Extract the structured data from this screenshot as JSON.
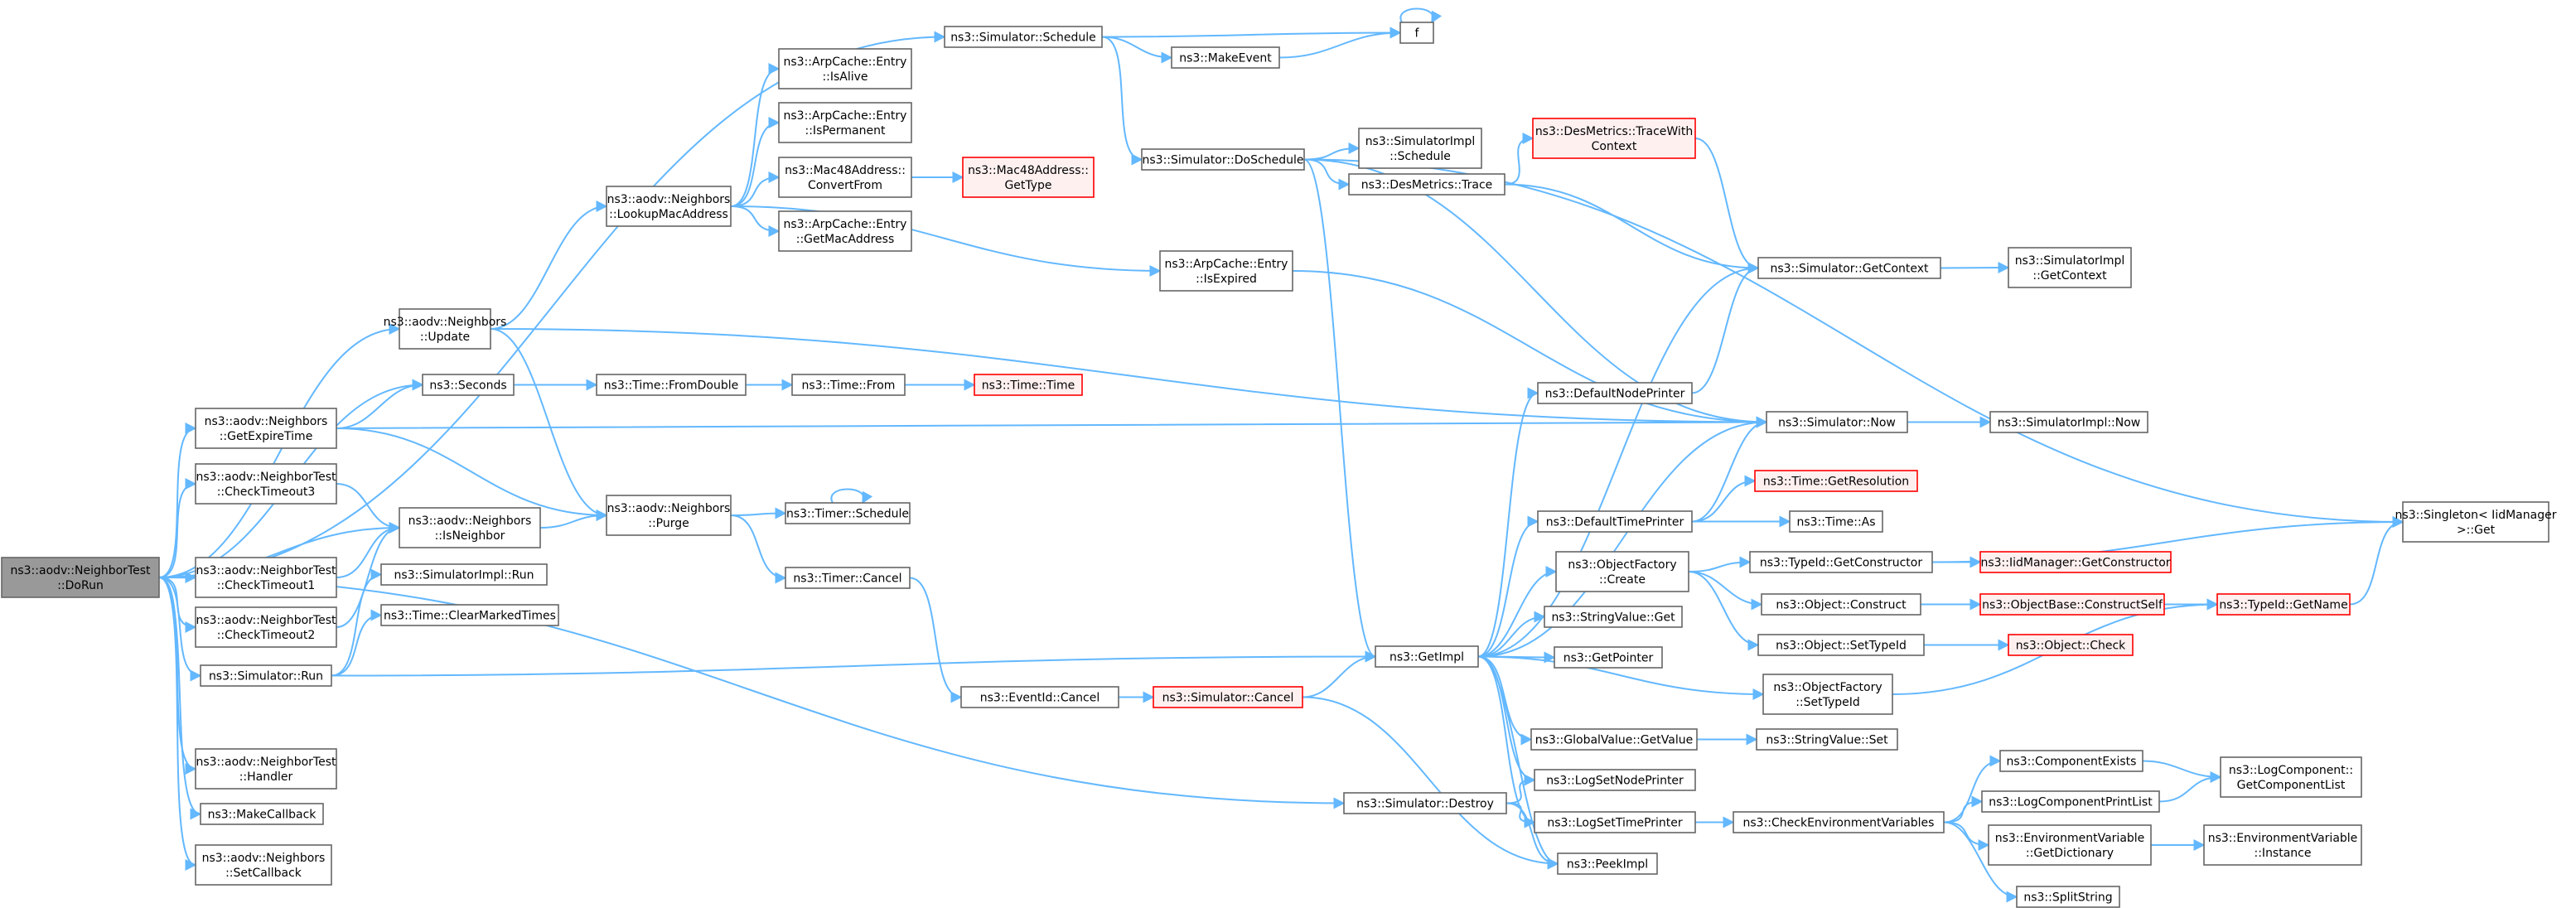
{
  "graph": {
    "title": "",
    "colors": {
      "edge": "#63b8ff",
      "node_border": "#666666",
      "node_fill": "#ffffff",
      "root_fill": "#999999",
      "truncated_border": "#ff0000",
      "truncated_fill": "#fff0f0"
    },
    "nodes": [
      {
        "id": "dorun",
        "lines": [
          "ns3::aodv::NeighborTest",
          "::DoRun"
        ],
        "style": "root"
      },
      {
        "id": "update",
        "lines": [
          "ns3::aodv::Neighbors",
          "::Update"
        ]
      },
      {
        "id": "seconds",
        "lines": [
          "ns3::Seconds"
        ]
      },
      {
        "id": "getexpire",
        "lines": [
          "ns3::aodv::Neighbors",
          "::GetExpireTime"
        ]
      },
      {
        "id": "ct3",
        "lines": [
          "ns3::aodv::NeighborTest",
          "::CheckTimeout3"
        ]
      },
      {
        "id": "isneighbor",
        "lines": [
          "ns3::aodv::Neighbors",
          "::IsNeighbor"
        ]
      },
      {
        "id": "ct1",
        "lines": [
          "ns3::aodv::NeighborTest",
          "::CheckTimeout1"
        ]
      },
      {
        "id": "ct2",
        "lines": [
          "ns3::aodv::NeighborTest",
          "::CheckTimeout2"
        ]
      },
      {
        "id": "simrun",
        "lines": [
          "ns3::Simulator::Run"
        ]
      },
      {
        "id": "handler",
        "lines": [
          "ns3::aodv::NeighborTest",
          "::Handler"
        ]
      },
      {
        "id": "makecallback",
        "lines": [
          "ns3::MakeCallback"
        ]
      },
      {
        "id": "setcallback",
        "lines": [
          "ns3::aodv::Neighbors",
          "::SetCallback"
        ]
      },
      {
        "id": "simimplrun",
        "lines": [
          "ns3::SimulatorImpl::Run"
        ]
      },
      {
        "id": "clearmarked",
        "lines": [
          "ns3::Time::ClearMarkedTimes"
        ]
      },
      {
        "id": "lookupmac",
        "lines": [
          "ns3::aodv::Neighbors",
          "::LookupMacAddress"
        ]
      },
      {
        "id": "purge",
        "lines": [
          "ns3::aodv::Neighbors",
          "::Purge"
        ]
      },
      {
        "id": "fromdouble",
        "lines": [
          "ns3::Time::FromDouble"
        ]
      },
      {
        "id": "isalive",
        "lines": [
          "ns3::ArpCache::Entry",
          "::IsAlive"
        ]
      },
      {
        "id": "ispermanent",
        "lines": [
          "ns3::ArpCache::Entry",
          "::IsPermanent"
        ]
      },
      {
        "id": "convertfrom",
        "lines": [
          "ns3::Mac48Address::",
          "ConvertFrom"
        ]
      },
      {
        "id": "getmacaddr",
        "lines": [
          "ns3::ArpCache::Entry",
          "::GetMacAddress"
        ]
      },
      {
        "id": "timefrom",
        "lines": [
          "ns3::Time::From"
        ]
      },
      {
        "id": "timertschedule",
        "lines": [
          "ns3::Timer::Schedule"
        ]
      },
      {
        "id": "timercancel",
        "lines": [
          "ns3::Timer::Cancel"
        ]
      },
      {
        "id": "mac48gettype",
        "lines": [
          "ns3::Mac48Address::",
          "GetType"
        ],
        "style": "red"
      },
      {
        "id": "timetime",
        "lines": [
          "ns3::Time::Time"
        ],
        "style": "red"
      },
      {
        "id": "simschedule",
        "lines": [
          "ns3::Simulator::Schedule"
        ]
      },
      {
        "id": "makeevent",
        "lines": [
          "ns3::MakeEvent"
        ]
      },
      {
        "id": "f",
        "lines": [
          "f"
        ]
      },
      {
        "id": "doschedule",
        "lines": [
          "ns3::Simulator::DoSchedule"
        ]
      },
      {
        "id": "isexpired",
        "lines": [
          "ns3::ArpCache::Entry",
          "::IsExpired"
        ]
      },
      {
        "id": "eventidcancel",
        "lines": [
          "ns3::EventId::Cancel"
        ]
      },
      {
        "id": "simcancel",
        "lines": [
          "ns3::Simulator::Cancel"
        ],
        "style": "red"
      },
      {
        "id": "simdestroy",
        "lines": [
          "ns3::Simulator::Destroy"
        ]
      },
      {
        "id": "simimplschedule",
        "lines": [
          "ns3::SimulatorImpl",
          "::Schedule"
        ]
      },
      {
        "id": "desmetricstrace",
        "lines": [
          "ns3::DesMetrics::Trace"
        ]
      },
      {
        "id": "tracewithcontext",
        "lines": [
          "ns3::DesMetrics::TraceWith",
          "Context"
        ],
        "style": "red"
      },
      {
        "id": "getimpl",
        "lines": [
          "ns3::GetImpl"
        ]
      },
      {
        "id": "defaultnodeprinter",
        "lines": [
          "ns3::DefaultNodePrinter"
        ]
      },
      {
        "id": "defaulttimeprinter",
        "lines": [
          "ns3::DefaultTimePrinter"
        ]
      },
      {
        "id": "objfactorycreate",
        "lines": [
          "ns3::ObjectFactory",
          "::Create"
        ]
      },
      {
        "id": "stringvalueget",
        "lines": [
          "ns3::StringValue::Get"
        ]
      },
      {
        "id": "getpointer",
        "lines": [
          "ns3::GetPointer"
        ]
      },
      {
        "id": "globalvalueget",
        "lines": [
          "ns3::GlobalValue::GetValue"
        ]
      },
      {
        "id": "logsetnodeprinter",
        "lines": [
          "ns3::LogSetNodePrinter"
        ]
      },
      {
        "id": "logsettimeprinter",
        "lines": [
          "ns3::LogSetTimePrinter"
        ]
      },
      {
        "id": "peekimpl",
        "lines": [
          "ns3::PeekImpl"
        ]
      },
      {
        "id": "getcontext",
        "lines": [
          "ns3::Simulator::GetContext"
        ]
      },
      {
        "id": "simnow",
        "lines": [
          "ns3::Simulator::Now"
        ]
      },
      {
        "id": "getresolution",
        "lines": [
          "ns3::Time::GetResolution"
        ],
        "style": "red"
      },
      {
        "id": "timeas",
        "lines": [
          "ns3::Time::As"
        ]
      },
      {
        "id": "typeidgetctor",
        "lines": [
          "ns3::TypeId::GetConstructor"
        ]
      },
      {
        "id": "objconstruct",
        "lines": [
          "ns3::Object::Construct"
        ]
      },
      {
        "id": "objsettypeid",
        "lines": [
          "ns3::Object::SetTypeId"
        ]
      },
      {
        "id": "objfactorysettypeid",
        "lines": [
          "ns3::ObjectFactory",
          "::SetTypeId"
        ]
      },
      {
        "id": "stringvalueset",
        "lines": [
          "ns3::StringValue::Set"
        ]
      },
      {
        "id": "checkenv",
        "lines": [
          "ns3::CheckEnvironmentVariables"
        ]
      },
      {
        "id": "simimplgetcontext",
        "lines": [
          "ns3::SimulatorImpl",
          "::GetContext"
        ]
      },
      {
        "id": "simimplnow",
        "lines": [
          "ns3::SimulatorImpl::Now"
        ]
      },
      {
        "id": "iidgetctor",
        "lines": [
          "ns3::IidManager::GetConstructor"
        ],
        "style": "red"
      },
      {
        "id": "constructself",
        "lines": [
          "ns3::ObjectBase::ConstructSelf"
        ],
        "style": "red"
      },
      {
        "id": "objcheck",
        "lines": [
          "ns3::Object::Check"
        ],
        "style": "red"
      },
      {
        "id": "typeidgetname",
        "lines": [
          "ns3::TypeId::GetName"
        ],
        "style": "red"
      },
      {
        "id": "componentexists",
        "lines": [
          "ns3::ComponentExists"
        ]
      },
      {
        "id": "logcomplist",
        "lines": [
          "ns3::LogComponentPrintList"
        ]
      },
      {
        "id": "envgetdict",
        "lines": [
          "ns3::EnvironmentVariable",
          "::GetDictionary"
        ]
      },
      {
        "id": "splitstring",
        "lines": [
          "ns3::SplitString"
        ]
      },
      {
        "id": "singletonget",
        "lines": [
          "ns3::Singleton< IidManager",
          ">::Get"
        ]
      },
      {
        "id": "logcompget",
        "lines": [
          "ns3::LogComponent::",
          "GetComponentList"
        ]
      },
      {
        "id": "envinstance",
        "lines": [
          "ns3::EnvironmentVariable",
          "::Instance"
        ]
      }
    ],
    "edges": [
      [
        "dorun",
        "simschedule"
      ],
      [
        "dorun",
        "update"
      ],
      [
        "dorun",
        "seconds"
      ],
      [
        "dorun",
        "getexpire"
      ],
      [
        "dorun",
        "ct3"
      ],
      [
        "dorun",
        "isneighbor"
      ],
      [
        "dorun",
        "ct1"
      ],
      [
        "dorun",
        "ct2"
      ],
      [
        "dorun",
        "simrun"
      ],
      [
        "dorun",
        "handler"
      ],
      [
        "dorun",
        "makecallback"
      ],
      [
        "dorun",
        "setcallback"
      ],
      [
        "dorun",
        "simdestroy"
      ],
      [
        "update",
        "lookupmac"
      ],
      [
        "update",
        "purge"
      ],
      [
        "update",
        "simnow"
      ],
      [
        "seconds",
        "fromdouble"
      ],
      [
        "getexpire",
        "seconds"
      ],
      [
        "getexpire",
        "purge"
      ],
      [
        "getexpire",
        "simnow"
      ],
      [
        "ct3",
        "isneighbor"
      ],
      [
        "ct1",
        "isneighbor"
      ],
      [
        "ct2",
        "isneighbor"
      ],
      [
        "isneighbor",
        "purge"
      ],
      [
        "simrun",
        "simimplrun"
      ],
      [
        "simrun",
        "clearmarked"
      ],
      [
        "simrun",
        "getimpl"
      ],
      [
        "lookupmac",
        "isalive"
      ],
      [
        "lookupmac",
        "ispermanent"
      ],
      [
        "lookupmac",
        "convertfrom"
      ],
      [
        "lookupmac",
        "getmacaddr"
      ],
      [
        "lookupmac",
        "isexpired"
      ],
      [
        "purge",
        "timertschedule"
      ],
      [
        "purge",
        "timercancel"
      ],
      [
        "fromdouble",
        "timefrom"
      ],
      [
        "timefrom",
        "timetime"
      ],
      [
        "convertfrom",
        "mac48gettype"
      ],
      [
        "timertschedule",
        "timertschedule"
      ],
      [
        "timercancel",
        "eventidcancel"
      ],
      [
        "simschedule",
        "f"
      ],
      [
        "simschedule",
        "makeevent"
      ],
      [
        "simschedule",
        "doschedule"
      ],
      [
        "makeevent",
        "f"
      ],
      [
        "f",
        "f"
      ],
      [
        "doschedule",
        "simimplschedule"
      ],
      [
        "doschedule",
        "desmetricstrace"
      ],
      [
        "doschedule",
        "getimpl"
      ],
      [
        "doschedule",
        "simnow"
      ],
      [
        "doschedule",
        "singletonget"
      ],
      [
        "desmetricstrace",
        "tracewithcontext"
      ],
      [
        "desmetricstrace",
        "getcontext"
      ],
      [
        "tracewithcontext",
        "getcontext"
      ],
      [
        "isexpired",
        "simnow"
      ],
      [
        "eventidcancel",
        "simcancel"
      ],
      [
        "simcancel",
        "getimpl"
      ],
      [
        "simcancel",
        "peekimpl"
      ],
      [
        "simdestroy",
        "logsetnodeprinter"
      ],
      [
        "simdestroy",
        "logsettimeprinter"
      ],
      [
        "simdestroy",
        "peekimpl"
      ],
      [
        "getimpl",
        "getcontext"
      ],
      [
        "getimpl",
        "defaultnodeprinter"
      ],
      [
        "getimpl",
        "simnow"
      ],
      [
        "getimpl",
        "defaulttimeprinter"
      ],
      [
        "getimpl",
        "objfactorycreate"
      ],
      [
        "getimpl",
        "stringvalueget"
      ],
      [
        "getimpl",
        "getpointer"
      ],
      [
        "getimpl",
        "objfactorysettypeid"
      ],
      [
        "getimpl",
        "globalvalueget"
      ],
      [
        "getimpl",
        "logsetnodeprinter"
      ],
      [
        "getimpl",
        "logsettimeprinter"
      ],
      [
        "getimpl",
        "peekimpl"
      ],
      [
        "defaultnodeprinter",
        "getcontext"
      ],
      [
        "defaulttimeprinter",
        "simnow"
      ],
      [
        "defaulttimeprinter",
        "getresolution"
      ],
      [
        "defaulttimeprinter",
        "timeas"
      ],
      [
        "objfactorycreate",
        "typeidgetctor"
      ],
      [
        "objfactorycreate",
        "objconstruct"
      ],
      [
        "objfactorycreate",
        "objsettypeid"
      ],
      [
        "globalvalueget",
        "stringvalueset"
      ],
      [
        "logsettimeprinter",
        "checkenv"
      ],
      [
        "getcontext",
        "simimplgetcontext"
      ],
      [
        "simnow",
        "simimplnow"
      ],
      [
        "typeidgetctor",
        "iidgetctor"
      ],
      [
        "typeidgetctor",
        "singletonget"
      ],
      [
        "objconstruct",
        "constructself"
      ],
      [
        "objsettypeid",
        "objcheck"
      ],
      [
        "constructself",
        "typeidgetname"
      ],
      [
        "objfactorysettypeid",
        "typeidgetname"
      ],
      [
        "typeidgetname",
        "singletonget"
      ],
      [
        "checkenv",
        "componentexists"
      ],
      [
        "checkenv",
        "logcomplist"
      ],
      [
        "checkenv",
        "envgetdict"
      ],
      [
        "checkenv",
        "splitstring"
      ],
      [
        "componentexists",
        "logcompget"
      ],
      [
        "logcomplist",
        "logcompget"
      ],
      [
        "envgetdict",
        "envinstance"
      ]
    ]
  }
}
